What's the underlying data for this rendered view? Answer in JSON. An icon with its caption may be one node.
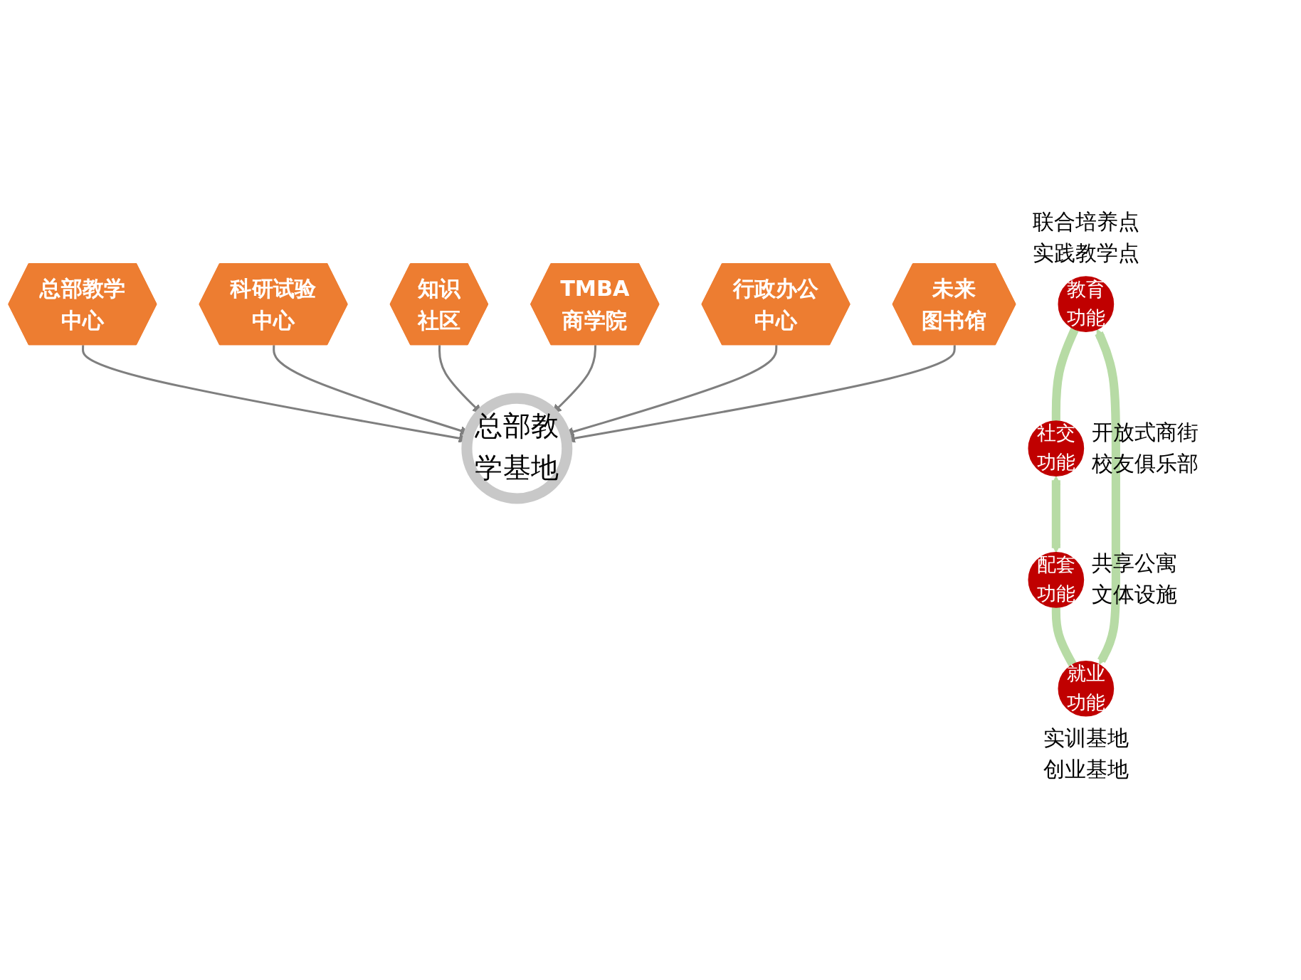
{
  "diagram": {
    "nodes": [
      {
        "text": [
          "总部教学基地"
        ]
      },
      {
        "text": [
          "总部教学中心"
        ]
      },
      {
        "text": [
          "科研试验中心"
        ]
      },
      {
        "text": [
          "知识社区"
        ]
      },
      {
        "text": [
          "TMBA商学院"
        ]
      },
      {
        "text": [
          "行政办公中心"
        ]
      },
      {
        "text": [
          "未来图书馆"
        ]
      },
      {
        "text": [
          "教育功能"
        ],
        "beside": [
          "联合培养点",
          "实践教学点"
        ]
      },
      {
        "text": [
          "社交功能"
        ],
        "beside": [
          "开放式商街",
          "校友俱乐部"
        ]
      },
      {
        "text": [
          "就业功能"
        ],
        "beside": [
          "实训基地",
          "创业基地"
        ]
      },
      {
        "text": [
          "配套功能"
        ],
        "beside": [
          "共享公寓",
          "文体设施"
        ]
      }
    ],
    "edges": [
      {
        "from": 1,
        "to": 0,
        "arrow": "to"
      },
      {
        "from": 2,
        "to": 0,
        "arrow": "to"
      },
      {
        "from": 3,
        "to": 0,
        "arrow": "to"
      },
      {
        "from": 4,
        "to": 0,
        "arrow": "to"
      },
      {
        "from": 5,
        "to": 0,
        "arrow": "to"
      },
      {
        "from": 6,
        "to": 0,
        "arrow": "to"
      },
      {
        "from": 7,
        "to": 8,
        "arrow": "none",
        "style": "thick",
        "color": "#b7dba5"
      },
      {
        "from": 8,
        "to": 10,
        "arrow": "both",
        "style": "thick",
        "color": "#b7dba5"
      },
      {
        "from": 10,
        "to": 9,
        "arrow": "none",
        "style": "thick",
        "color": "#b7dba5"
      },
      {
        "from": 9,
        "to": 7,
        "arrow": "both",
        "style": "thick",
        "color": "#b7dba5"
      }
    ]
  }
}
